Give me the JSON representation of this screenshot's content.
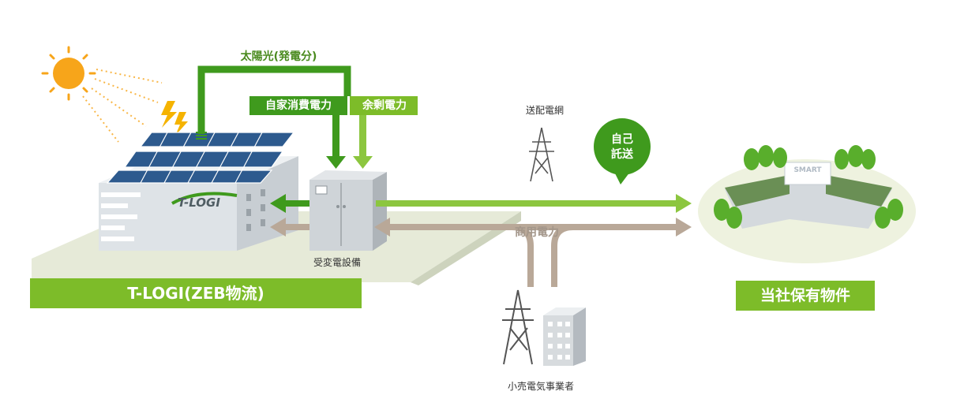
{
  "labels": {
    "solar_generation": "太陽光(発電分)",
    "self_consumption": "自家消費電力",
    "surplus_power": "余剰電力",
    "transmission_grid": "送配電網",
    "self_wheeling": [
      "自己",
      "託送"
    ],
    "substation": "受変電設備",
    "commercial_power": "商用電力",
    "retail_electricity_provider": "小売電気事業者",
    "t_logi_zeb": "T-LOGI(ZEB物流)",
    "company_property": "当社保有物件",
    "t_logi_logo": "T-LOGI",
    "smart_logo": "SMART"
  },
  "colors": {
    "green_dark": "#3f9a1d",
    "green_light": "#8cc63f",
    "bar_green": "#7dbc29",
    "brown": "#b9a898",
    "solar_panel": "#2d5a8e",
    "sun": "#f7a51a"
  },
  "icons": [
    "sun-icon",
    "lightning-icon",
    "solar-panel-icon",
    "transmission-tower-icon",
    "office-building-icon",
    "substation-icon",
    "tree-icon"
  ]
}
